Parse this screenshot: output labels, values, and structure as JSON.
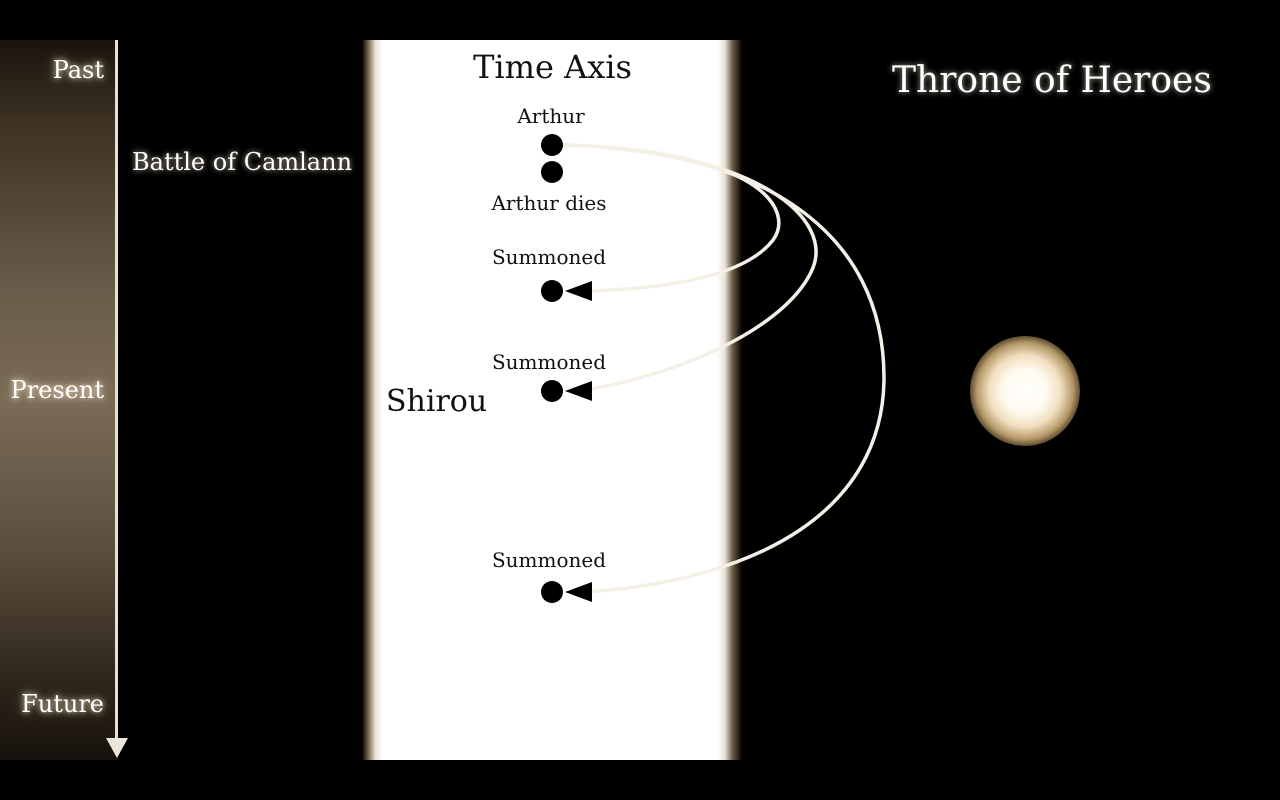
{
  "timeline": {
    "past_label": "Past",
    "present_label": "Present",
    "future_label": "Future"
  },
  "left_event": {
    "label": "Battle of Camlann"
  },
  "time_axis": {
    "title": "Time Axis",
    "points": [
      {
        "id": "arthur",
        "label": "Arthur"
      },
      {
        "id": "arthur-dies",
        "label": "Arthur dies"
      },
      {
        "id": "summoned-1",
        "label": "Summoned"
      },
      {
        "id": "summoned-2",
        "label": "Summoned"
      },
      {
        "id": "summoned-3",
        "label": "Summoned"
      }
    ],
    "shirou_label": "Shirou"
  },
  "throne": {
    "title": "Throne of Heroes"
  },
  "colors": {
    "background": "#000000",
    "column": "#ffffff",
    "arrow_stroke": "#f4f0e8",
    "arrow_head": "#000000",
    "dot": "#000000",
    "gradient_mid": "#7a6b58"
  }
}
